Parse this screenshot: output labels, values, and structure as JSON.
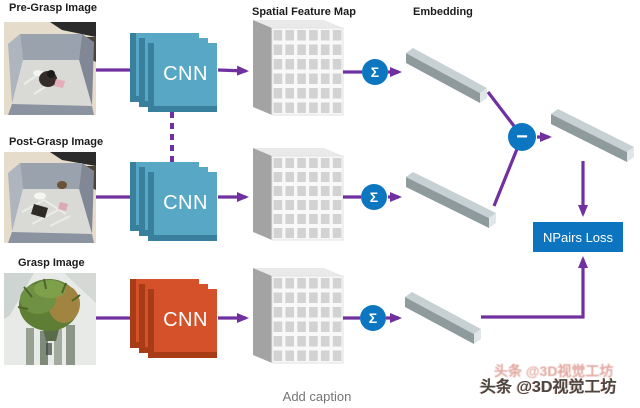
{
  "diagram": {
    "column_labels": {
      "spatial_feature_map": "Spatial Feature Map",
      "embedding": "Embedding"
    },
    "rows": [
      {
        "label": "Pre-Grasp Image",
        "cnn_label": "CNN",
        "sum_symbol": "Σ"
      },
      {
        "label": "Post-Grasp Image",
        "cnn_label": "CNN",
        "sum_symbol": "Σ"
      },
      {
        "label": "Grasp Image",
        "cnn_label": "CNN",
        "sum_symbol": "Σ"
      }
    ],
    "minus_symbol": "−",
    "loss_label": "NPairs Loss"
  },
  "caption": "Add caption",
  "watermark": "头条 @3D视觉工坊",
  "colors": {
    "arrow_purple": "#7030a0",
    "node_blue": "#0d76c0",
    "loss_blue": "#0d74bf",
    "cnn_teal": "#58a7c5",
    "cnn_teal_dark": "#39809f",
    "cnn_orange": "#d5512a",
    "cnn_orange_dark": "#a83c16"
  }
}
